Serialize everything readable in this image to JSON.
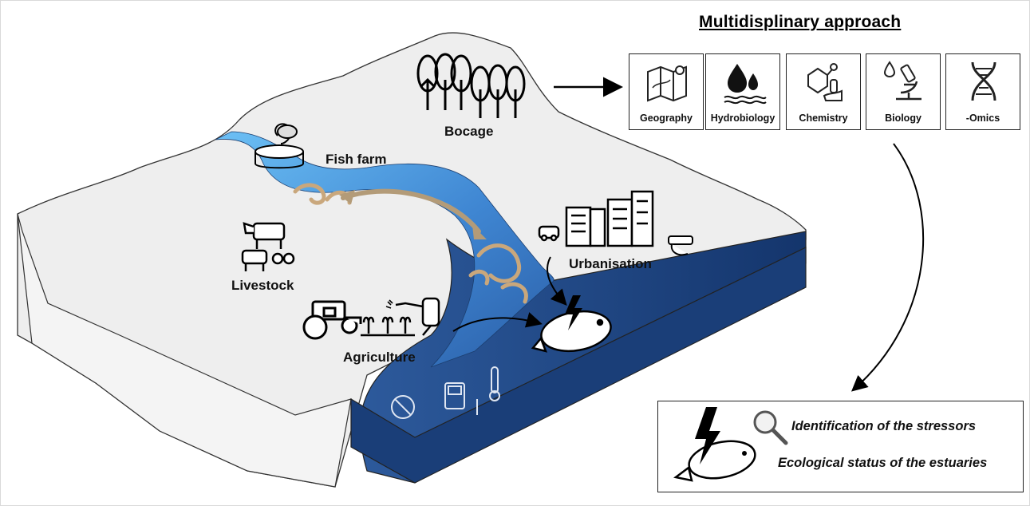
{
  "title": "Multidisplinary  approach",
  "landscape_labels": {
    "bocage": "Bocage",
    "fish_farm": "Fish farm",
    "livestock": "Livestock",
    "urbanisation": "Urbanisation",
    "agriculture": "Agriculture"
  },
  "disciplines": [
    {
      "label": "Geography",
      "icon": "map-icon"
    },
    {
      "label": "Hydrobiology",
      "icon": "water-drops-icon"
    },
    {
      "label": "Chemistry",
      "icon": "molecule-icon"
    },
    {
      "label": "Biology",
      "icon": "microscope-icon"
    },
    {
      "label": "-Omics",
      "icon": "dna-icon"
    }
  ],
  "results": {
    "identification": "Identification of the stressors",
    "ecological_status": "Ecological status of the estuaries"
  },
  "colors": {
    "land": "#eeeeee",
    "river": "#5aa9e6",
    "estuary": "#1e3f7a",
    "pollution": "#c9a77c"
  }
}
